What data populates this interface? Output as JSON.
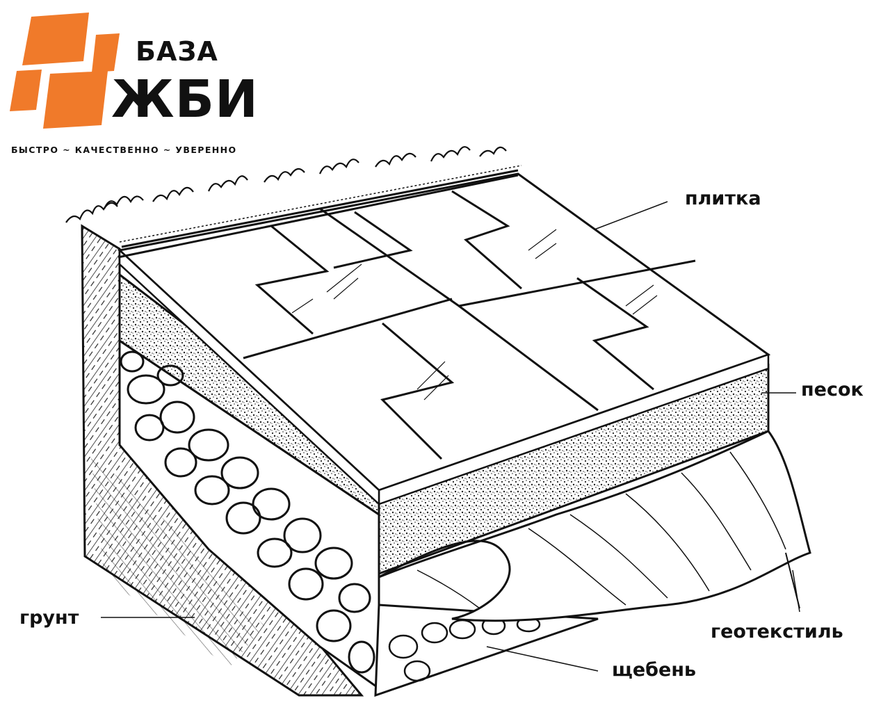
{
  "brand": {
    "line1": "БАЗА",
    "line2": "ЖБИ",
    "slogan": "БЫСТРО ~ КАЧЕСТВЕННО ~ УВЕРЕННО",
    "accent_color": "#F07A2A",
    "accent_light": "#F4A46A"
  },
  "diagram": {
    "labels": {
      "tile": "плитка",
      "sand": "песок",
      "geotextile": "геотекстиль",
      "gravel": "щебень",
      "soil": "грунт"
    }
  }
}
